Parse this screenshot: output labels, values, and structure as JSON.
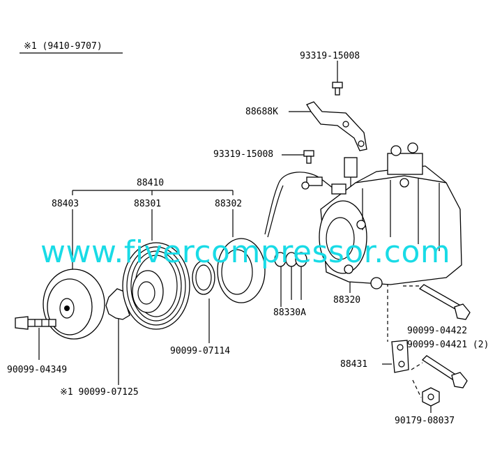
{
  "header": {
    "note": "※1 (9410-9707)"
  },
  "parts": {
    "p93319_top": "93319-15008",
    "p88688K": "88688K",
    "p93319_mid": "93319-15008",
    "p88410": "88410",
    "p88403": "88403",
    "p88301": "88301",
    "p88302": "88302",
    "p88330A": "88330A",
    "p88320": "88320",
    "p90099_04422": "90099-04422",
    "p90099_04421": "90099-04421 (2)",
    "p88431": "88431",
    "p90099_04349": "90099-04349",
    "p90099_07114": "90099-07114",
    "p90099_07125": "※1 90099-07125",
    "p90179_08037": "90179-08037"
  },
  "watermark": "www.fivercompressor.com"
}
